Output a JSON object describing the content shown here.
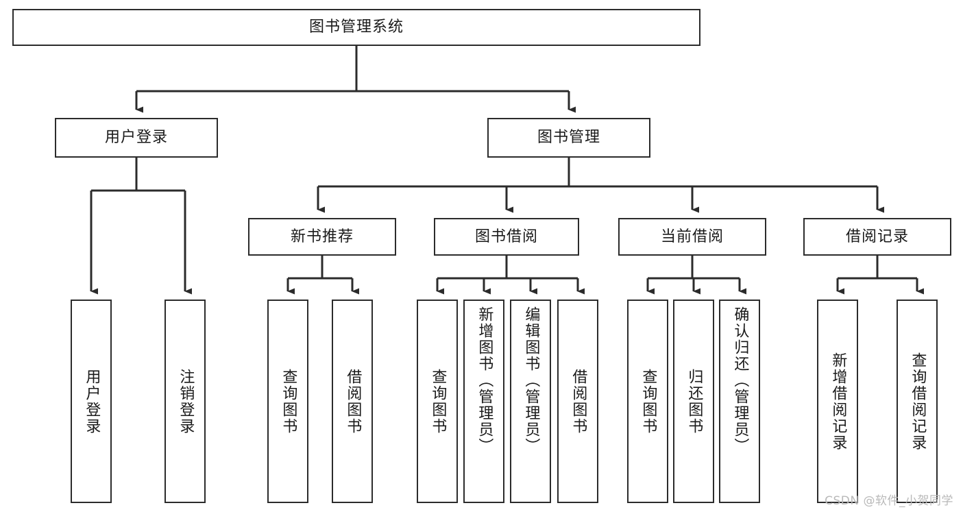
{
  "chart_data": {
    "type": "diagram",
    "title": "图书管理系统",
    "diagram_kind": "function-tree",
    "orientation": "top-down",
    "levels": 4
  },
  "diagram": {
    "root": {
      "label": "图书管理系统"
    },
    "level2": [
      {
        "label": "用户登录"
      },
      {
        "label": "图书管理"
      }
    ],
    "level3": [
      {
        "label": "新书推荐"
      },
      {
        "label": "图书借阅"
      },
      {
        "label": "当前借阅"
      },
      {
        "label": "借阅记录"
      }
    ],
    "leaves": {
      "user_login": [
        {
          "label": "用户登录"
        },
        {
          "label": "注销登录"
        }
      ],
      "new_book": [
        {
          "label": "查询图书"
        },
        {
          "label": "借阅图书"
        }
      ],
      "book_borrow": [
        {
          "label": "查询图书"
        },
        {
          "label": "新增图书（管理员）"
        },
        {
          "label": "编辑图书（管理员）"
        },
        {
          "label": "借阅图书"
        }
      ],
      "current_borrow": [
        {
          "label": "查询图书"
        },
        {
          "label": "归还图书"
        },
        {
          "label": "确认归还（管理员）"
        }
      ],
      "borrow_record": [
        {
          "label": "新增借阅记录"
        },
        {
          "label": "查询借阅记录"
        }
      ]
    }
  },
  "watermark": {
    "text": "CSDN @软件_小贺同学"
  },
  "colors": {
    "stroke": "#2b2b2b",
    "fill": "#ffffff",
    "text": "#1a1a1a",
    "watermark": "#b9b9b9"
  }
}
